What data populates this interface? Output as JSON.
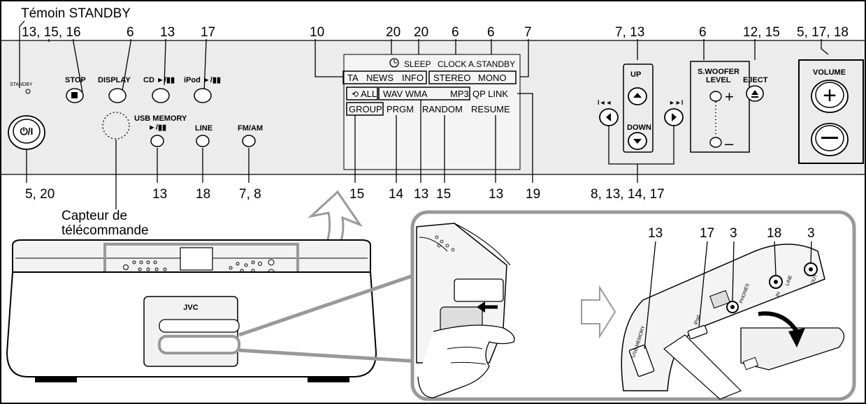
{
  "captions": {
    "standby_indicator": "Témoin STANDBY",
    "remote_sensor_line1": "Capteur de",
    "remote_sensor_line2": "télécommande"
  },
  "callouts_top": {
    "stop": "13, 15, 16",
    "display": "6",
    "cd": "13",
    "ipod": "17",
    "ta_group": "10",
    "clock_icon": "20",
    "sleep": "20",
    "clock": "6",
    "astandby": "6",
    "mono": "7",
    "updown": "7, 13",
    "swoofer": "6",
    "eject": "12, 15",
    "volume": "5, 17, 18"
  },
  "callouts_bottom": {
    "power": "5, 20",
    "usb": "13",
    "line": "18",
    "fmam": "7, 8",
    "group": "15",
    "prgm": "14",
    "wma": "13",
    "random": "15",
    "resume": "13",
    "qplink": "19",
    "skip": "8, 13, 14, 17"
  },
  "panel_labels": {
    "standby": "STANDBY",
    "stop": "STOP",
    "display": "DISPLAY",
    "cd": "CD ►/▮▮",
    "ipod": "iPod ►/▮▮",
    "usb_line1": "USB MEMORY",
    "usb_line2": "►/▮▮",
    "line": "LINE",
    "fmam": "FM/AM",
    "up": "UP",
    "down": "DOWN",
    "swoofer_line1": "S.WOOFER",
    "swoofer_line2": "LEVEL",
    "eject": "EJECT",
    "volume": "VOLUME",
    "power_symbol": "⏻/I",
    "prev_symbol": "I◄◄",
    "next_symbol": "►►I"
  },
  "display_labels": {
    "sleep": "SLEEP",
    "clock": "CLOCK",
    "astandby": "A.STANDBY",
    "ta": "TA",
    "news": "NEWS",
    "info": "INFO",
    "stereo": "STEREO",
    "mono": "MONO",
    "all": "ALL",
    "wav_wma": "WAV WMA",
    "mp3": "MP3",
    "qplink": "QP LINK",
    "group": "GROUP",
    "prgm": "PRGM",
    "random": "RANDOM",
    "resume": "RESUME"
  },
  "inset_callouts": {
    "usb": "13",
    "ipod": "17",
    "phones": "3",
    "line_in": "18",
    "line_out": "3"
  },
  "inset_labels": {
    "usb_memory": "USB MEMORY",
    "ipod": "iPod",
    "phones": "PHONES",
    "line": "LINE",
    "in": "IN",
    "out": "OUT"
  },
  "unit_labels": {
    "brand": "JVC"
  },
  "colors": {
    "panel_bg": "#ececec",
    "unit_bg": "#f2f2f2",
    "frame_gray": "#999999",
    "arrow_gray": "#bbbbbb"
  }
}
